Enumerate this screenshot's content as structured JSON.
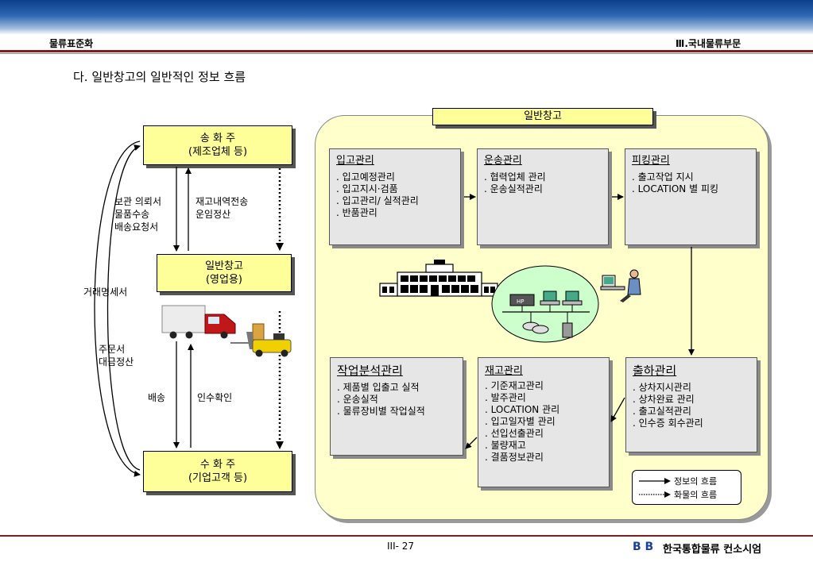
{
  "header": {
    "left": "물류표준화",
    "right": "Ⅲ.국내물류부문"
  },
  "section_title": "다. 일반창고의 일반적인 정보 흐름",
  "left": {
    "shipper": {
      "line1": "송  화  주",
      "line2": "(제조업체 등)"
    },
    "warehouse": {
      "line1": "일반창고",
      "line2": "(영업용)"
    },
    "consignee": {
      "line1": "수  화  주",
      "line2": "(기업고객 등)"
    },
    "labels": {
      "down1": [
        "보관 의뢰서",
        "물품수송",
        "배송요청서"
      ],
      "up1": [
        "재고내역전송",
        "운임정산"
      ],
      "trade_statement": "거래명세서",
      "order": [
        "주문서",
        "대금정산"
      ],
      "delivery": "배송",
      "receipt": "인수확인"
    }
  },
  "panel": {
    "title": "일반창고",
    "boxes": {
      "inbound": {
        "title": "입고관리",
        "items": [
          ". 입고예정관리",
          ". 입고지시·검품",
          ". 입고관리/ 실적관리",
          ". 반품관리"
        ]
      },
      "transport": {
        "title": "운송관리",
        "items": [
          ". 협력업체 관리",
          ". 운송실적관리"
        ]
      },
      "picking": {
        "title": "피킹관리",
        "items": [
          ". 출고작업 지시",
          ". LOCATION 별 피킹"
        ]
      },
      "analysis": {
        "title": "작업분석관리",
        "items": [
          ". 제품별 입출고 실적",
          ". 운송실적",
          ". 물류장비별 작업실적"
        ]
      },
      "inventory": {
        "title": "재고관리",
        "items": [
          ". 기준재고관리",
          ". 발주관리",
          ". LOCATION 관리",
          ". 입고일자별 관리",
          ". 선입선출관리",
          ". 불량재고",
          ". 결품정보관리"
        ]
      },
      "shipping": {
        "title": "출하관리",
        "items": [
          ". 상차지시관리",
          ". 상차완료 관리",
          ". 출고실적관리",
          ". 인수증 회수관리"
        ]
      }
    },
    "network_label": "HP"
  },
  "legend": {
    "info": "정보의 흐름",
    "goods": "화물의 흐름"
  },
  "footer": {
    "page": "III- 27",
    "logo": "B B",
    "company": "한국통합물류 컨소시엄"
  },
  "colors": {
    "accent": "#7a1f1f",
    "box_yellow": "#ffff99",
    "panel": "#ffffcc",
    "box_gray": "#e6e6e6",
    "network": "#ccffcc"
  }
}
